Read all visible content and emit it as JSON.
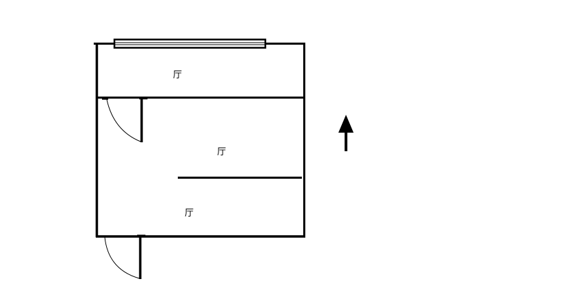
{
  "plan": {
    "rooms": [
      {
        "label": "厅"
      },
      {
        "label": "厅"
      },
      {
        "label": "厅"
      }
    ],
    "north_arrow": {
      "icon": "north-arrow-icon"
    },
    "colors": {
      "wall": "#000000",
      "background": "#ffffff"
    }
  }
}
